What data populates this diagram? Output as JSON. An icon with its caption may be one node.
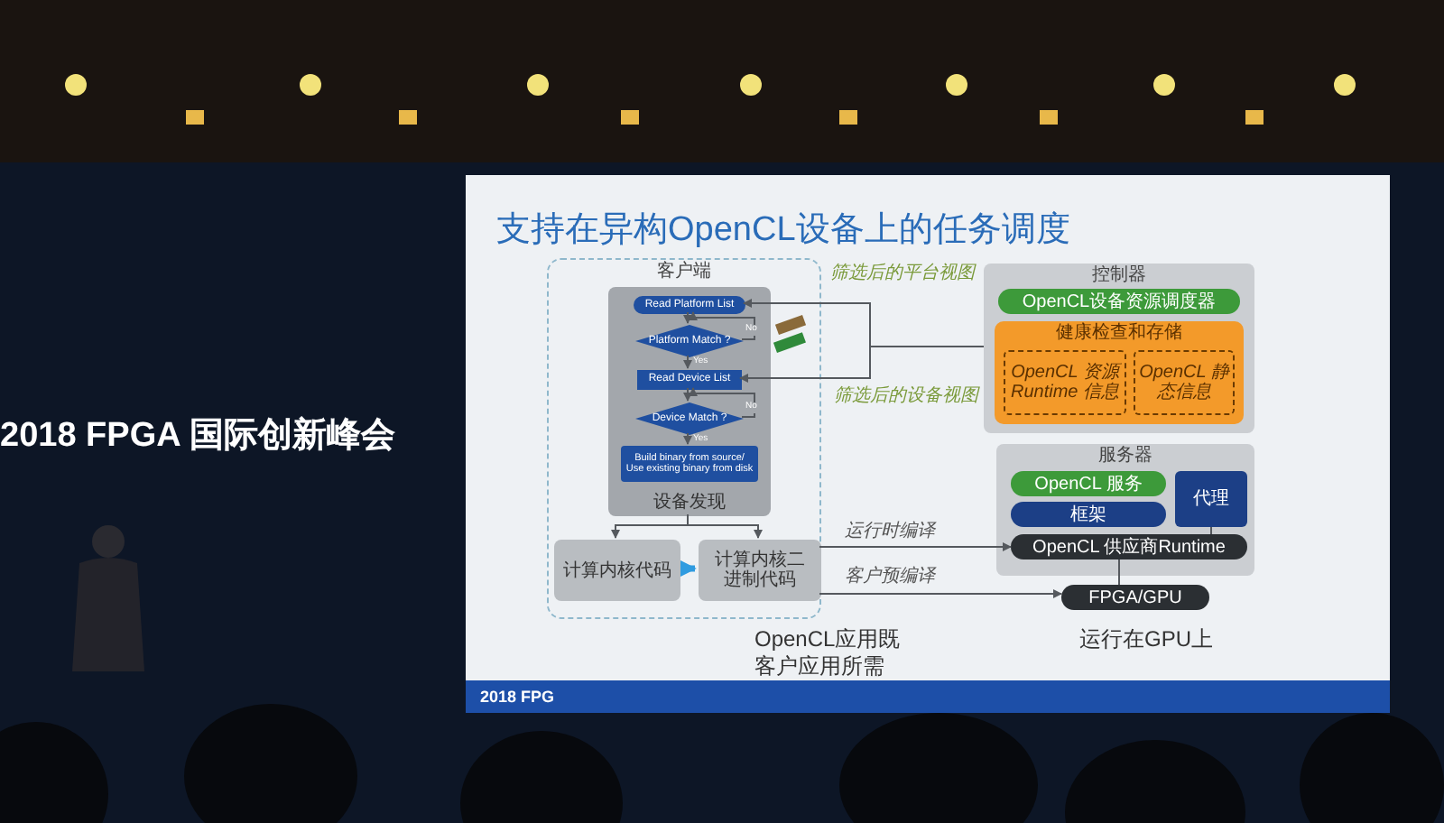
{
  "diagram": {
    "title": "支持在异构OpenCL设备上的任务调度",
    "nodes": [
      {
        "text": [
          "客户端"
        ]
      },
      {
        "text": [
          "设备发现"
        ],
        "in": 0
      },
      {
        "text": [
          "Read Platform List"
        ],
        "in": 1
      },
      {
        "text": [
          "Platform Match ?"
        ],
        "in": 1
      },
      {
        "text": [
          "Read Device List"
        ],
        "in": 1
      },
      {
        "text": [
          "Device Match ?"
        ],
        "in": 1
      },
      {
        "text": [
          "Build binary from source/ Use existing binary from disk"
        ],
        "in": 1
      },
      {
        "text": [
          "计算内核代码"
        ],
        "in": 0
      },
      {
        "text": [
          "计算内核二进制代码"
        ],
        "in": 0
      },
      {
        "text": [
          "控制器"
        ]
      },
      {
        "text": [
          "OpenCL设备资源调度器"
        ],
        "in": 9
      },
      {
        "text": [
          "健康检查和存储"
        ],
        "in": 9
      },
      {
        "text": [
          "OpenCL 资源 Runtime 信息"
        ],
        "in": 11
      },
      {
        "text": [
          "OpenCL 静态信息"
        ],
        "in": 11
      },
      {
        "text": [
          "服务器"
        ]
      },
      {
        "text": [
          "OpenCL 服务"
        ],
        "in": 14
      },
      {
        "text": [
          "框架"
        ],
        "in": 14
      },
      {
        "text": [
          "代理"
        ],
        "in": 14
      },
      {
        "text": [
          "OpenCL 供应商Runtime"
        ],
        "in": 14
      },
      {
        "text": [
          "FPGA/GPU"
        ]
      }
    ],
    "edges": [
      {
        "from": 2,
        "to": 3,
        "arrow": "to"
      },
      {
        "from": 3,
        "to": 2,
        "arrow": "to",
        "label": "No"
      },
      {
        "from": 3,
        "to": 4,
        "arrow": "to",
        "label": "Yes"
      },
      {
        "from": 4,
        "to": 5,
        "arrow": "to"
      },
      {
        "from": 5,
        "to": 4,
        "arrow": "to",
        "label": "No"
      },
      {
        "from": 5,
        "to": 6,
        "arrow": "to",
        "label": "Yes"
      },
      {
        "from": 1,
        "to": 7,
        "arrow": "to"
      },
      {
        "from": 1,
        "to": 8,
        "arrow": "to"
      },
      {
        "from": 7,
        "to": 8,
        "arrow": "to",
        "style": "thick",
        "color": "#2f9be0"
      },
      {
        "from": 9,
        "to": 2,
        "arrow": "to",
        "label": "筛选后的平台视图"
      },
      {
        "from": 9,
        "to": 4,
        "arrow": "to",
        "label": "筛选后的设备视图"
      },
      {
        "from": 8,
        "to": 18,
        "arrow": "to",
        "label": "运行时编译"
      },
      {
        "from": 8,
        "to": 19,
        "arrow": "to",
        "label": "客户预编译"
      },
      {
        "from": 17,
        "to": 18,
        "arrow": "none"
      },
      {
        "from": 18,
        "to": 19,
        "arrow": "none"
      }
    ],
    "labels": [
      "2018 FPGA 国际创新峰会",
      "OpenCL应用既",
      "运行在GPU上",
      "客户应用所需",
      "2018 FPG"
    ]
  }
}
